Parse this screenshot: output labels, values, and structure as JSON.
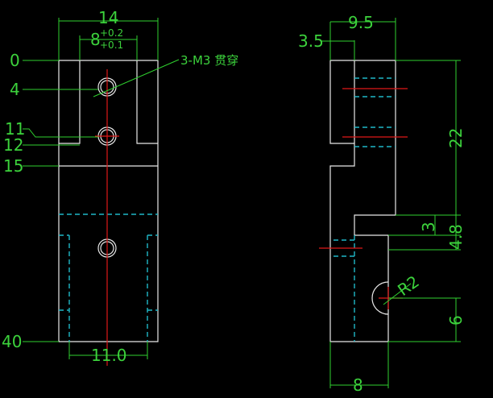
{
  "front_view": {
    "width_dim": "14",
    "slot_dim_main": "8",
    "slot_tol_upper": "+0.2",
    "slot_tol_lower": "+0.1",
    "note": "3-M3  贯穿",
    "left_labels": [
      "0",
      "4",
      "11",
      "12",
      "15",
      "40"
    ],
    "bottom_dim": "11.0"
  },
  "side_view": {
    "width_dim": "9.5",
    "offset_dim": "3.5",
    "height_dim": "22",
    "dim_3": "3",
    "dim_48": "4.8",
    "radius": "R2",
    "dim_6": "6",
    "bottom_dim": "8"
  },
  "colors": {
    "background": "#000000",
    "outline": "#e8e8e8",
    "dimension": "#2fd12f",
    "centerline": "#e01818",
    "hidden": "#1fb8c8"
  }
}
